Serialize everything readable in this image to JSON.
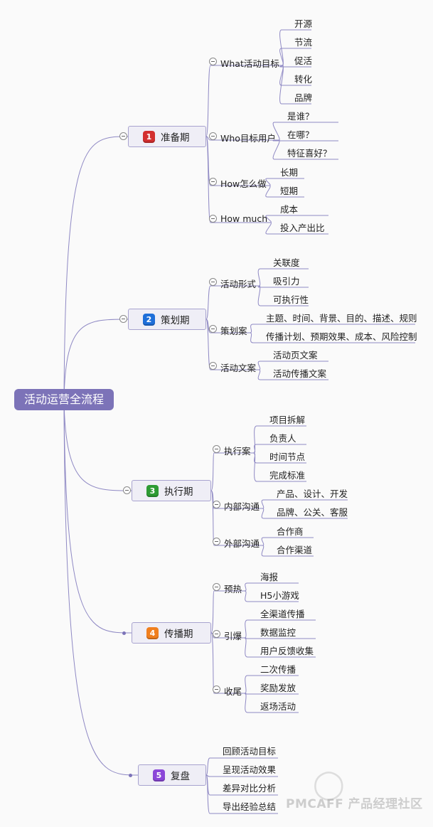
{
  "root": {
    "label": "活动运营全流程"
  },
  "phases": [
    {
      "badge": "1",
      "label": "准备期",
      "color": "#d32f2f",
      "subs": [
        {
          "label": "What活动目标",
          "leaves": [
            "开源",
            "节流",
            "促活",
            "转化",
            "品牌"
          ]
        },
        {
          "label": "Who目标用户",
          "leaves": [
            "是谁？",
            "在哪？",
            "特征喜好？"
          ]
        },
        {
          "label": "How怎么做",
          "leaves": [
            "长期",
            "短期"
          ]
        },
        {
          "label": "How much",
          "leaves": [
            "成本",
            "投入产出比"
          ]
        }
      ]
    },
    {
      "badge": "2",
      "label": "策划期",
      "color": "#1e6fd9",
      "subs": [
        {
          "label": "活动形式",
          "leaves": [
            "关联度",
            "吸引力",
            "可执行性"
          ]
        },
        {
          "label": "策划案",
          "leaves": [
            "主题、时间、背景、目的、描述、规则",
            "传播计划、预期效果、成本、风险控制"
          ]
        },
        {
          "label": "活动文案",
          "leaves": [
            "活动页文案",
            "活动传播文案"
          ]
        }
      ]
    },
    {
      "badge": "3",
      "label": "执行期",
      "color": "#2e9b34",
      "subs": [
        {
          "label": "执行案",
          "leaves": [
            "项目拆解",
            "负责人",
            "时间节点",
            "完成标准"
          ]
        },
        {
          "label": "内部沟通",
          "leaves": [
            "产品、设计、开发",
            "品牌、公关、客服"
          ]
        },
        {
          "label": "外部沟通",
          "leaves": [
            "合作商",
            "合作渠道"
          ]
        }
      ]
    },
    {
      "badge": "4",
      "label": "传播期",
      "color": "#f07f1e",
      "subs": [
        {
          "label": "预热",
          "leaves": [
            "海报",
            "H5小游戏"
          ]
        },
        {
          "label": "引爆",
          "leaves": [
            "全渠道传播",
            "数据监控",
            "用户反馈收集"
          ]
        },
        {
          "label": "收尾",
          "leaves": [
            "二次传播",
            "奖励发放",
            "返场活动"
          ]
        }
      ]
    },
    {
      "badge": "5",
      "label": "复盘",
      "color": "#8b46d8",
      "leaves": [
        "回顾活动目标",
        "呈现活动效果",
        "差异对比分析",
        "导出经验总结"
      ]
    }
  ],
  "watermark": "PMCAFF 产品经理社区",
  "icons": [
    "collapse-icon",
    "expand-dot-icon",
    "number-badge-icon"
  ]
}
